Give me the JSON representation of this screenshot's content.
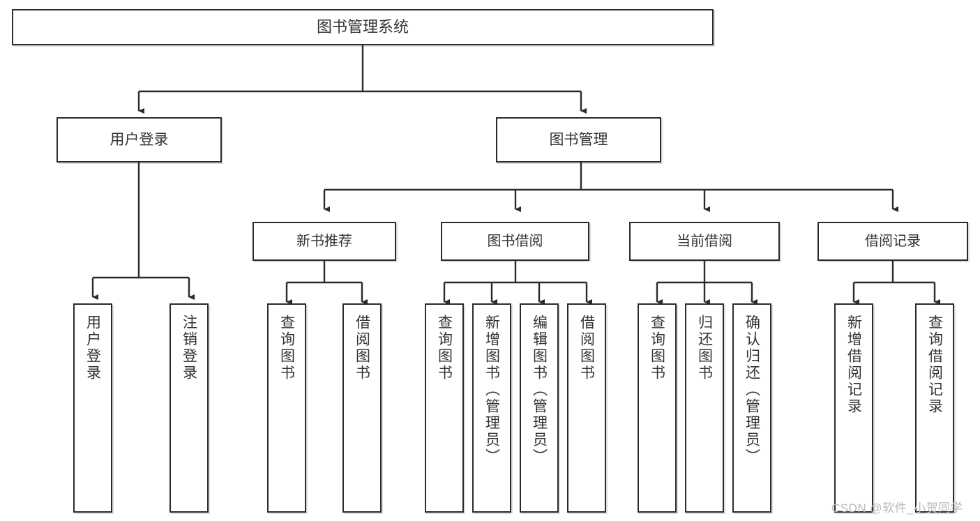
{
  "diagram": {
    "title": "图书管理系统",
    "type": "tree-hierarchy-chart",
    "root": {
      "label": "图书管理系统"
    },
    "level1": [
      {
        "label": "用户登录"
      },
      {
        "label": "图书管理"
      }
    ],
    "level2": [
      {
        "label": "新书推荐"
      },
      {
        "label": "图书借阅"
      },
      {
        "label": "当前借阅"
      },
      {
        "label": "借阅记录"
      }
    ],
    "leaves": {
      "user_login": [
        {
          "label": "用户登录"
        },
        {
          "label": "注销登录"
        }
      ],
      "new_book_recommend": [
        {
          "label": "查询图书"
        },
        {
          "label": "借阅图书"
        }
      ],
      "book_borrow": [
        {
          "label": "查询图书"
        },
        {
          "label": "新增图书（管理员）"
        },
        {
          "label": "编辑图书（管理员）"
        },
        {
          "label": "借阅图书"
        }
      ],
      "current_borrow": [
        {
          "label": "查询图书"
        },
        {
          "label": "归还图书"
        },
        {
          "label": "确认归还（管理员）"
        }
      ],
      "borrow_record": [
        {
          "label": "新增借阅记录"
        },
        {
          "label": "查询借阅记录"
        }
      ]
    }
  },
  "watermark": {
    "text": "CSDN @软件_小贺同学"
  },
  "colors": {
    "box_border": "#2b2b2b",
    "box_fill": "#ffffff",
    "text": "#333333",
    "connector": "#2b2b2b",
    "watermark": "#b9b9b9",
    "background": "#ffffff"
  }
}
